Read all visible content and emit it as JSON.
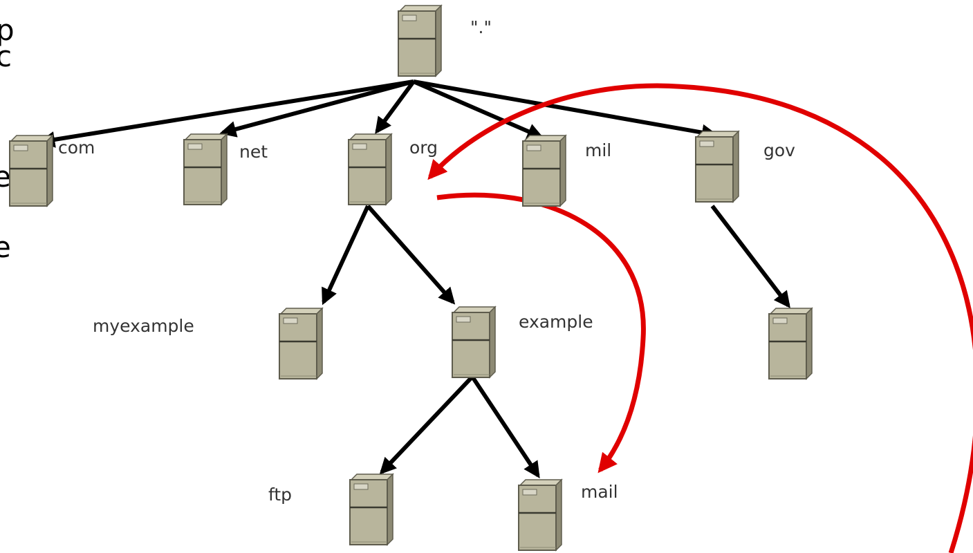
{
  "diagram": {
    "labels": {
      "root": "\".\"",
      "com": "com",
      "net": "net",
      "org": "org",
      "mil": "mil",
      "gov": "gov",
      "myexample": "myexample",
      "example": "example",
      "ftp": "ftp",
      "mail": "mail"
    },
    "colors": {
      "background": "#ffffff",
      "server_body": "#b8b59c",
      "server_edge": "#5e5c4d",
      "tree_arrow": "#000000",
      "resolution_arrow": "#e00000"
    }
  }
}
